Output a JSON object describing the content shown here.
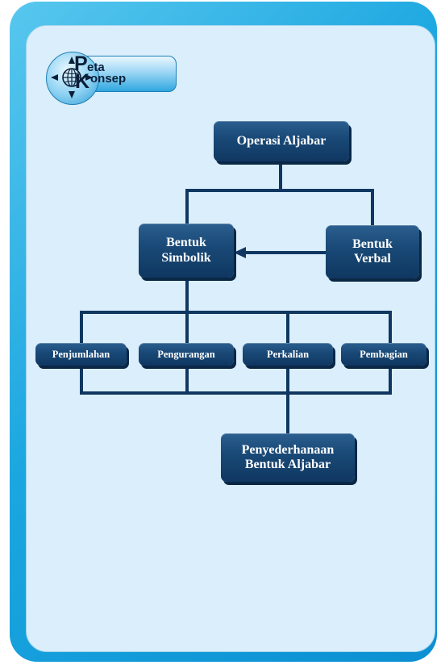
{
  "badge": {
    "peta_initial": "P",
    "peta_rest": "eta",
    "konsep_initial": "K",
    "konsep_rest": "onsep",
    "icon": "globe-compass-icon"
  },
  "nodes": {
    "operasi_aljabar": "Operasi Aljabar",
    "bentuk_simbolik_line1": "Bentuk",
    "bentuk_simbolik_line2": "Simbolik",
    "bentuk_verbal_line1": "Bentuk",
    "bentuk_verbal_line2": "Verbal",
    "penjumlahan": "Penjumlahan",
    "pengurangan": "Pengurangan",
    "perkalian": "Perkalian",
    "pembagian": "Pembagian",
    "penyederhanaan_line1": "Penyederhanaan",
    "penyederhanaan_line2": "Bentuk Aljabar"
  },
  "colors": {
    "frame": "#1aa6e0",
    "panel": "#dbeefb",
    "node": "#1a4a78",
    "connector": "#0f3761"
  }
}
